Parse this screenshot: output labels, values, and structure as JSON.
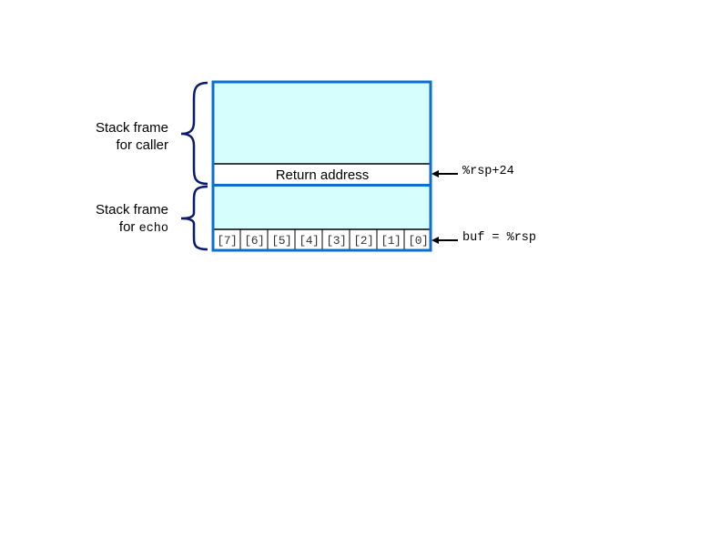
{
  "caller_frame": {
    "label_line1": "Stack frame",
    "label_line2": "for caller"
  },
  "echo_frame": {
    "label_line1": "Stack frame",
    "label_prefix": "for ",
    "label_code": "echo"
  },
  "return_address": "Return address",
  "buffer_cells": [
    "[7]",
    "[6]",
    "[5]",
    "[4]",
    "[3]",
    "[2]",
    "[1]",
    "[0]"
  ],
  "pointers": {
    "return_pointer": "%rsp+24",
    "buf_pointer": "buf = %rsp"
  },
  "colors": {
    "frame_fill": "#d5fefd",
    "frame_border": "#0a6fd0",
    "brace": "#0a1a6e",
    "arrow": "#000000"
  }
}
